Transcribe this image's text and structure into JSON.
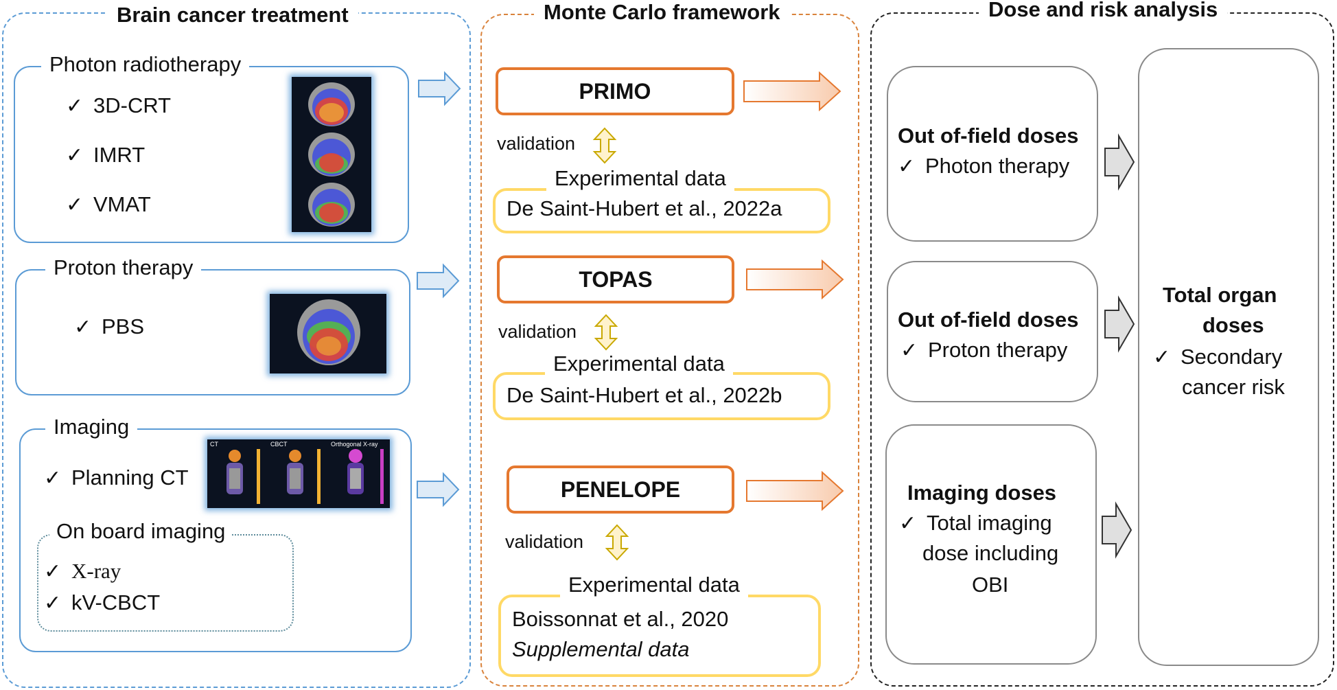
{
  "panels": {
    "treatment": "Brain cancer treatment",
    "monte_carlo": "Monte Carlo framework",
    "dose_risk": "Dose and risk analysis"
  },
  "photon": {
    "title": "Photon radiotherapy",
    "items": [
      "3D-CRT",
      "IMRT",
      "VMAT"
    ]
  },
  "proton": {
    "title": "Proton therapy",
    "items": [
      "PBS"
    ]
  },
  "imaging": {
    "title": "Imaging",
    "planning": "Planning CT",
    "obi_title": "On board imaging",
    "obi_items": [
      "X-ray",
      "kV-CBCT"
    ],
    "thumb_labels": [
      "CT",
      "CBCT",
      "Orthogonal X-ray"
    ]
  },
  "mc": {
    "codes": [
      "PRIMO",
      "TOPAS",
      "PENELOPE"
    ],
    "validation": "validation",
    "experimental": "Experimental data",
    "refs": [
      "De Saint-Hubert et al., 2022a",
      "De Saint-Hubert et al., 2022b",
      "Boissonnat et al., 2020"
    ],
    "supplemental": "Supplemental data"
  },
  "dose": {
    "out_of_field": "Out of-field doses",
    "photon_item": "Photon therapy",
    "proton_item": "Proton therapy",
    "imaging_title": "Imaging doses",
    "imaging_item": [
      "Total imaging",
      "dose including",
      "OBI"
    ],
    "total_title": [
      "Total organ",
      "doses"
    ],
    "total_item": [
      "Secondary",
      "cancer risk"
    ]
  },
  "colors": {
    "blue": "#5b9bd5",
    "orange": "#e5782f",
    "yellow": "#ffd966",
    "grey": "#8a8a8a"
  }
}
